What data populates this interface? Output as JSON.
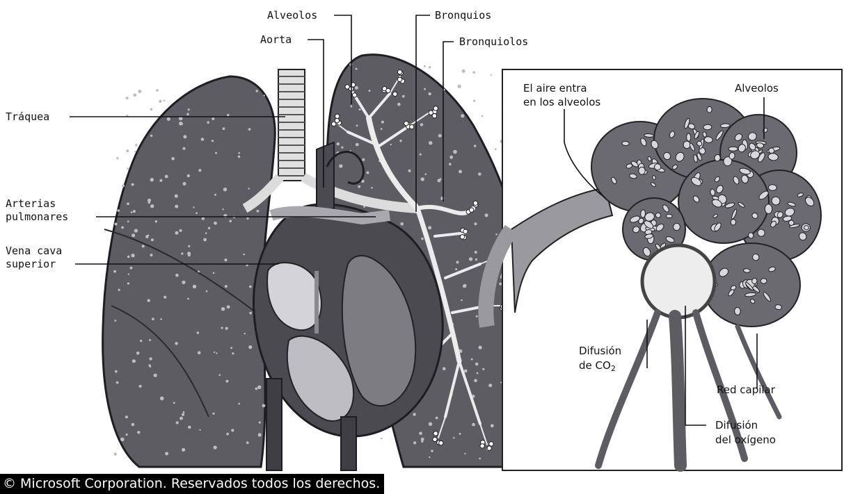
{
  "labels": {
    "traquea": "Tráquea",
    "aorta": "Aorta",
    "alveolos_top": "Alveolos",
    "bronquios": "Bronquios",
    "bronquiolos": "Bronquiolos",
    "arterias_1": "Arterias",
    "arterias_2": "pulmonares",
    "vena_1": "Vena cava",
    "vena_2": "superior"
  },
  "inset": {
    "aire_1": "El aire entra",
    "aire_2": "en los alveolos",
    "alveolos": "Alveolos",
    "difusion_co2_1": "Difusión",
    "difusion_co2_2": "de CO",
    "co2_subscript": "2",
    "red_capilar": "Red capilar",
    "difusion_o2_1": "Difusión",
    "difusion_o2_2": "del oxígeno"
  },
  "copyright": "© Microsoft Corporation. Reservados todos los derechos.",
  "colors": {
    "lung": "#5c5c62",
    "lung_dark": "#3e3e44",
    "heart": "#4a4a50",
    "airway": "#e6e6e6",
    "vessel": "#8a8a8f"
  }
}
